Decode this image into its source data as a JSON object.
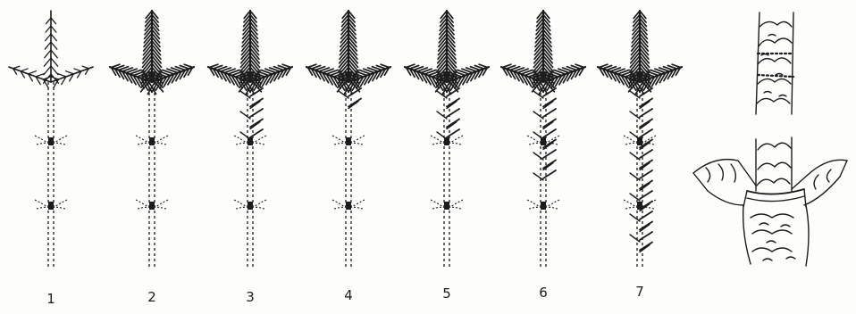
{
  "figure": {
    "stage_labels": [
      "1",
      "2",
      "3",
      "4",
      "5",
      "6",
      "7"
    ],
    "stages": [
      {
        "label": "1",
        "leader_needle_pairs": 0
      },
      {
        "label": "2",
        "leader_needle_pairs": 0
      },
      {
        "label": "3",
        "leader_needle_pairs": 5
      },
      {
        "label": "4",
        "leader_needle_pairs": 2
      },
      {
        "label": "5",
        "leader_needle_pairs": 5
      },
      {
        "label": "6",
        "leader_needle_pairs": 9
      },
      {
        "label": "7",
        "leader_needle_pairs": 16
      }
    ],
    "detail_views": [
      "stem-segment-detail",
      "branch-junction-detail"
    ],
    "ink_color": "#1c1c1c",
    "paper_color": "#fdfdfc"
  }
}
